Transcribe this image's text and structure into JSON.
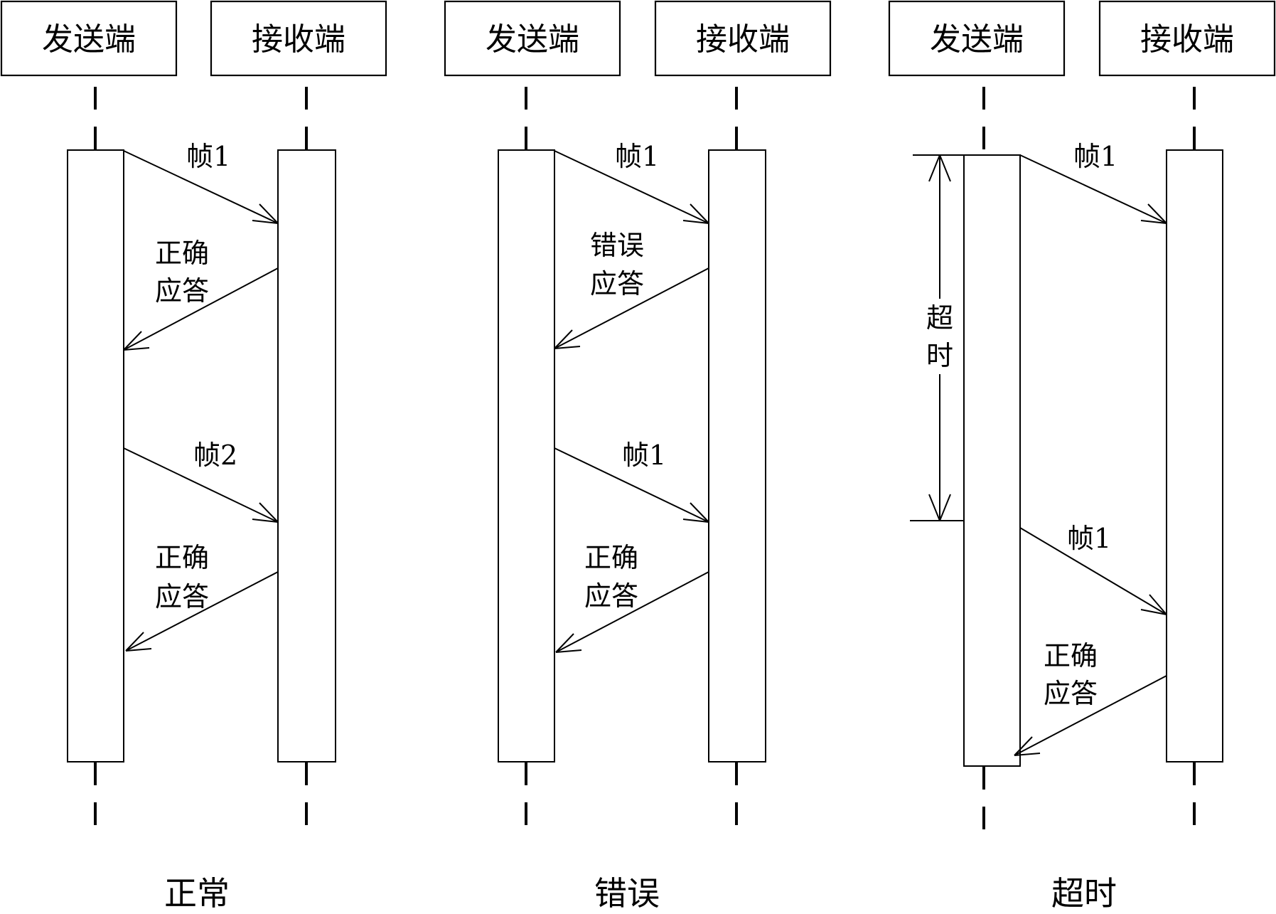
{
  "panels": [
    {
      "id": "normal",
      "caption": "正常",
      "sender_label": "发送端",
      "receiver_label": "接收端",
      "messages": [
        {
          "text": "帧1",
          "direction": "to-receiver"
        },
        {
          "text": "正确\n应答",
          "direction": "to-sender"
        },
        {
          "text": "帧2",
          "direction": "to-receiver"
        },
        {
          "text": "正确\n应答",
          "direction": "to-sender"
        }
      ]
    },
    {
      "id": "error",
      "caption": "错误",
      "sender_label": "发送端",
      "receiver_label": "接收端",
      "messages": [
        {
          "text": "帧1",
          "direction": "to-receiver"
        },
        {
          "text": "错误\n应答",
          "direction": "to-sender"
        },
        {
          "text": "帧1",
          "direction": "to-receiver"
        },
        {
          "text": "正确\n应答",
          "direction": "to-sender"
        }
      ]
    },
    {
      "id": "timeout",
      "caption": "超时",
      "sender_label": "发送端",
      "receiver_label": "接收端",
      "timeout_label": "超时",
      "messages": [
        {
          "text": "帧1",
          "direction": "to-receiver"
        },
        {
          "text": "帧1",
          "direction": "to-receiver"
        },
        {
          "text": "正确\n应答",
          "direction": "to-sender"
        }
      ]
    }
  ]
}
